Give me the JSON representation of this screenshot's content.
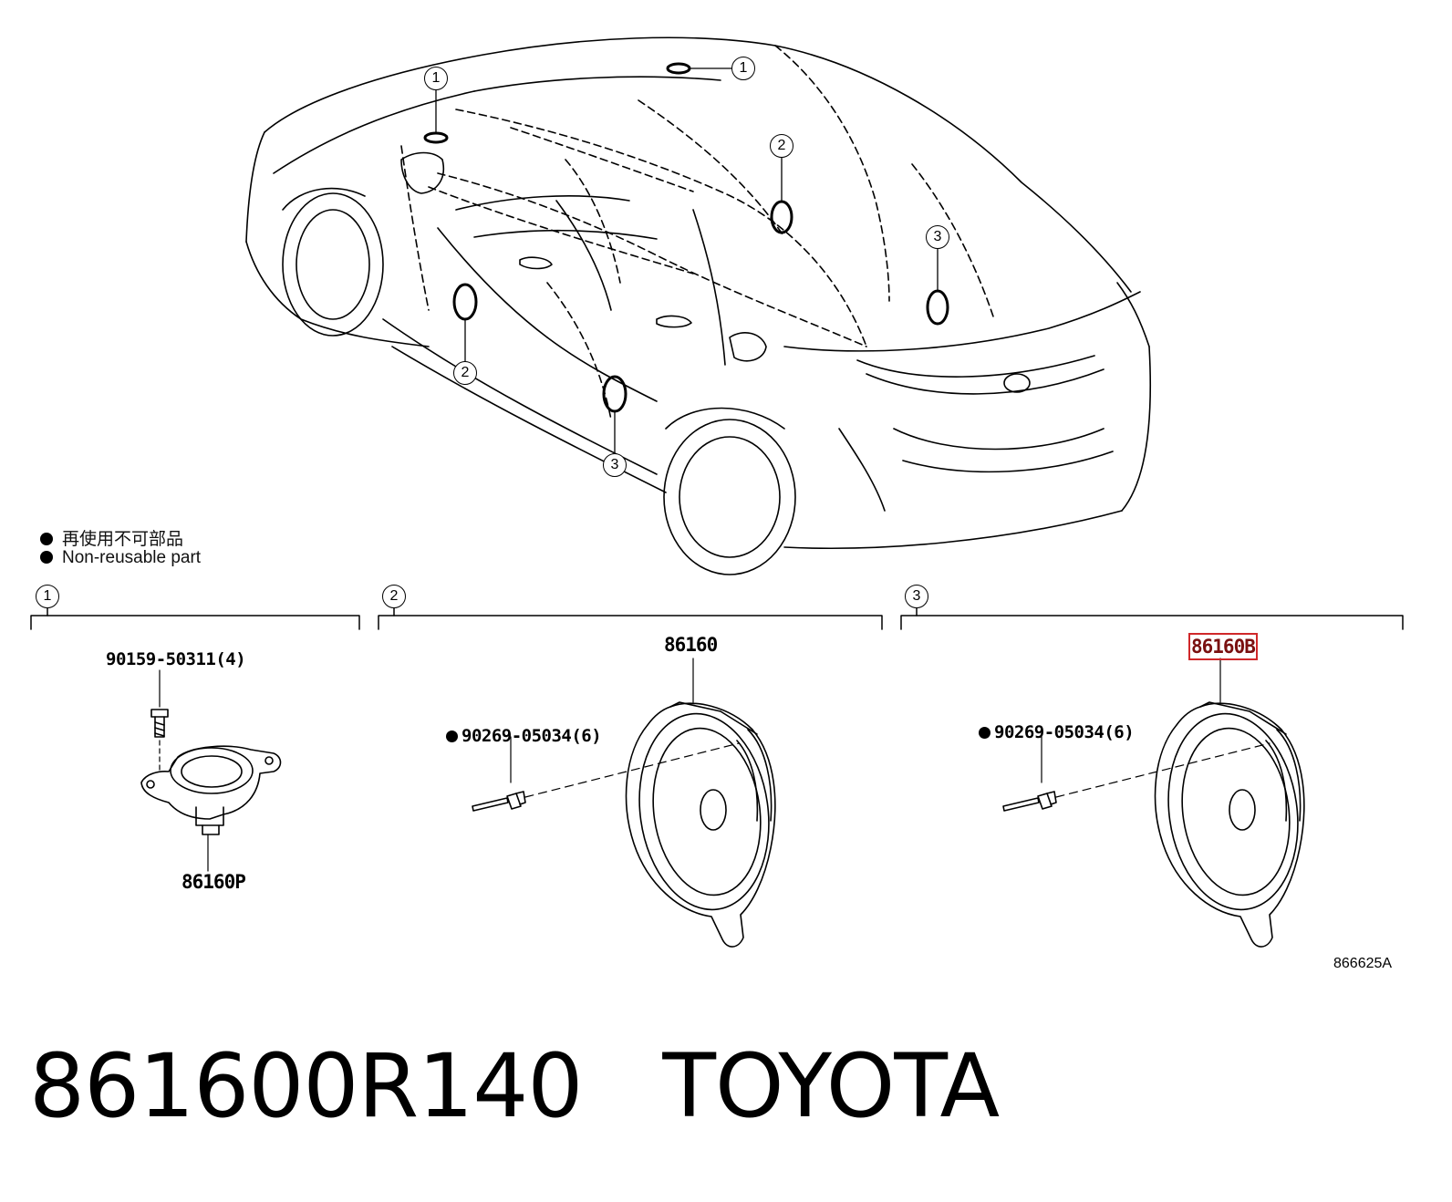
{
  "legend": {
    "line_jp": "再使用不可部品",
    "line_en": "Non-reusable part"
  },
  "car_callouts": {
    "c1a": "1",
    "c1b": "1",
    "c2a": "2",
    "c2b": "2",
    "c3a": "3",
    "c3b": "3"
  },
  "sections": [
    {
      "num": "1",
      "part_top": "90159-50311(4)",
      "part_bottom": "86160P"
    },
    {
      "num": "2",
      "part_top": "86160",
      "fastener": "90269-05034(6)"
    },
    {
      "num": "3",
      "part_top": "86160B",
      "fastener": "90269-05034(6)"
    }
  ],
  "figure_id": "866625A",
  "title": {
    "part_number": "861600R140",
    "brand": "TOYOTA"
  },
  "colors": {
    "line": "#000000",
    "highlight": "#d0282a"
  }
}
